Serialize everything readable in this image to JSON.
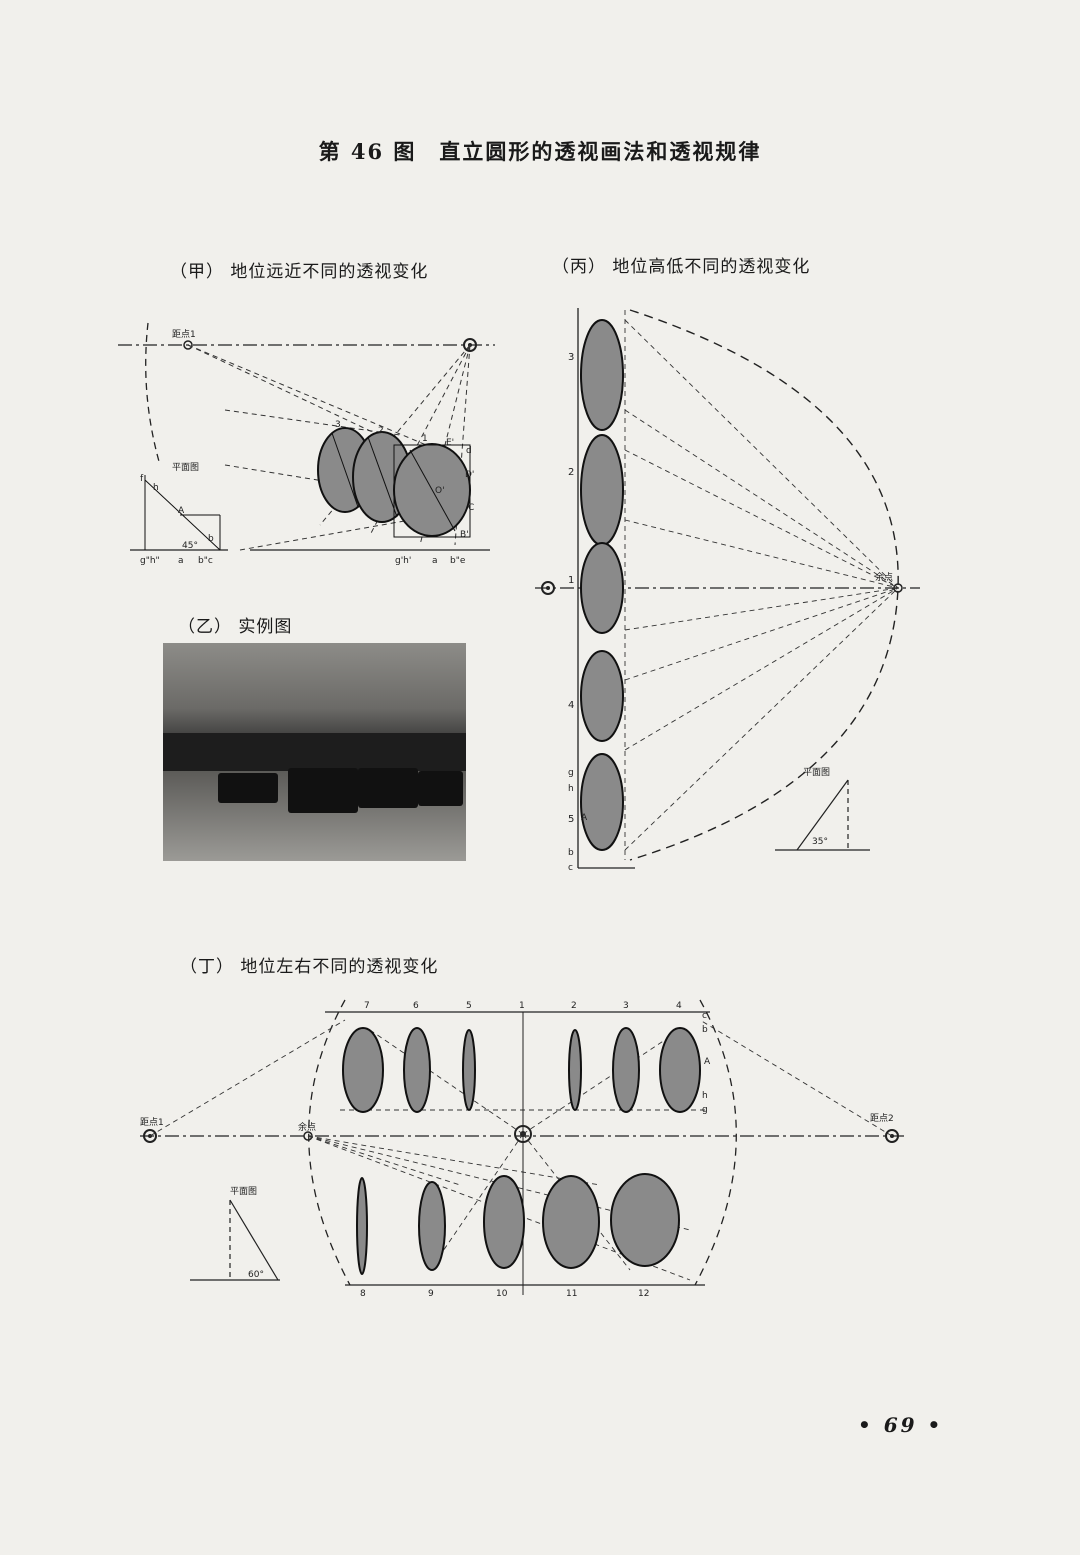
{
  "title": "第 46 图　直立圆形的透视画法和透视规律",
  "captions": {
    "jia": "（甲）  地位远近不同的透视变化",
    "bing": "（丙）  地位高低不同的透视变化",
    "yi": "（乙）  实例图",
    "ding": "（丁）  地位左右不同的透视变化"
  },
  "labels": {
    "distance_point": "距点1",
    "distance_point_2": "距点2",
    "vanishing_point": "余点",
    "plan_view": "平面图",
    "angle_45": "45°",
    "angle_35": "35°",
    "angle_60": "60°",
    "fig_jia_letters": [
      "g\"h\"",
      "a",
      "b\"c",
      "A",
      "b",
      "h",
      "f",
      "1",
      "2",
      "3",
      "E'",
      "d",
      "D'",
      "C",
      "B'",
      "O'",
      "g'h'",
      "a",
      "b\"e"
    ],
    "fig_bing_numbers": [
      "3",
      "2",
      "1",
      "4",
      "5"
    ],
    "fig_bing_letters": [
      "g",
      "h",
      "A",
      "b",
      "c"
    ],
    "fig_ding_top_numbers": [
      "7",
      "6",
      "5",
      "1",
      "2",
      "3",
      "4"
    ],
    "fig_ding_bottom_numbers": [
      "8",
      "9",
      "10",
      "11",
      "12"
    ],
    "fig_ding_letters": [
      "c",
      "b",
      "A",
      "h",
      "g"
    ]
  },
  "page_number": "• 69 •"
}
